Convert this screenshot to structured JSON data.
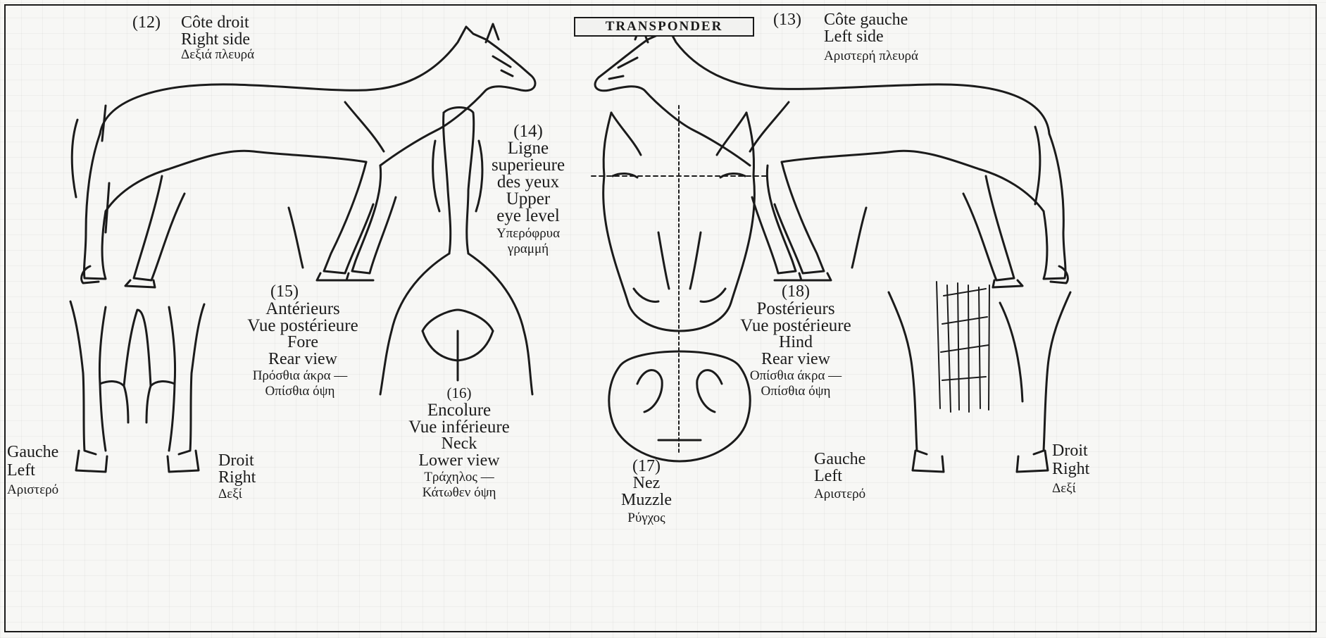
{
  "transponder": "TRANSPONDER",
  "views": {
    "right_side": {
      "number": "(12)",
      "fr": "Côte droit",
      "en": "Right side",
      "el": "Δεξιά πλευρά"
    },
    "left_side": {
      "number": "(13)",
      "fr": "Côte gauche",
      "en": "Left side",
      "el": "Αριστερή πλευρά"
    },
    "eye_level": {
      "number": "(14)",
      "fr1": "Ligne",
      "fr2": "superieure",
      "fr3": "des yeux",
      "en1": "Upper",
      "en2": "eye level",
      "el1": "Υπερόφρυα",
      "el2": "γραμμή"
    },
    "fore": {
      "number": "(15)",
      "fr1": "Antérieurs",
      "fr2": "Vue postérieure",
      "en1": "Fore",
      "en2": "Rear view",
      "el1": "Πρόσθια άκρα —",
      "el2": "Οπίσθια όψη"
    },
    "neck": {
      "number": "(16)",
      "fr1": "Encolure",
      "fr2": "Vue inférieure",
      "en1": "Neck",
      "en2": "Lower view",
      "el1": "Τράχηλος —",
      "el2": "Κάτωθεν όψη"
    },
    "muzzle": {
      "number": "(17)",
      "fr": "Nez",
      "en": "Muzzle",
      "el": "Ρύγχος"
    },
    "hind": {
      "number": "(18)",
      "fr1": "Postérieurs",
      "fr2": "Vue postérieure",
      "en1": "Hind",
      "en2": "Rear view",
      "el1": "Οπίσθια άκρα —",
      "el2": "Οπίσθια όψη"
    }
  },
  "sides": {
    "fore_left": {
      "fr": "Gauche",
      "en": "Left",
      "el": "Αριστερό"
    },
    "fore_right": {
      "fr": "Droit",
      "en": "Right",
      "el": "Δεξί"
    },
    "hind_left": {
      "fr": "Gauche",
      "en": "Left",
      "el": "Αριστερό"
    },
    "hind_right": {
      "fr": "Droit",
      "en": "Right",
      "el": "Δεξί"
    }
  },
  "colors": {
    "ink": "#1b1b1b",
    "paper": "#f7f7f5"
  }
}
